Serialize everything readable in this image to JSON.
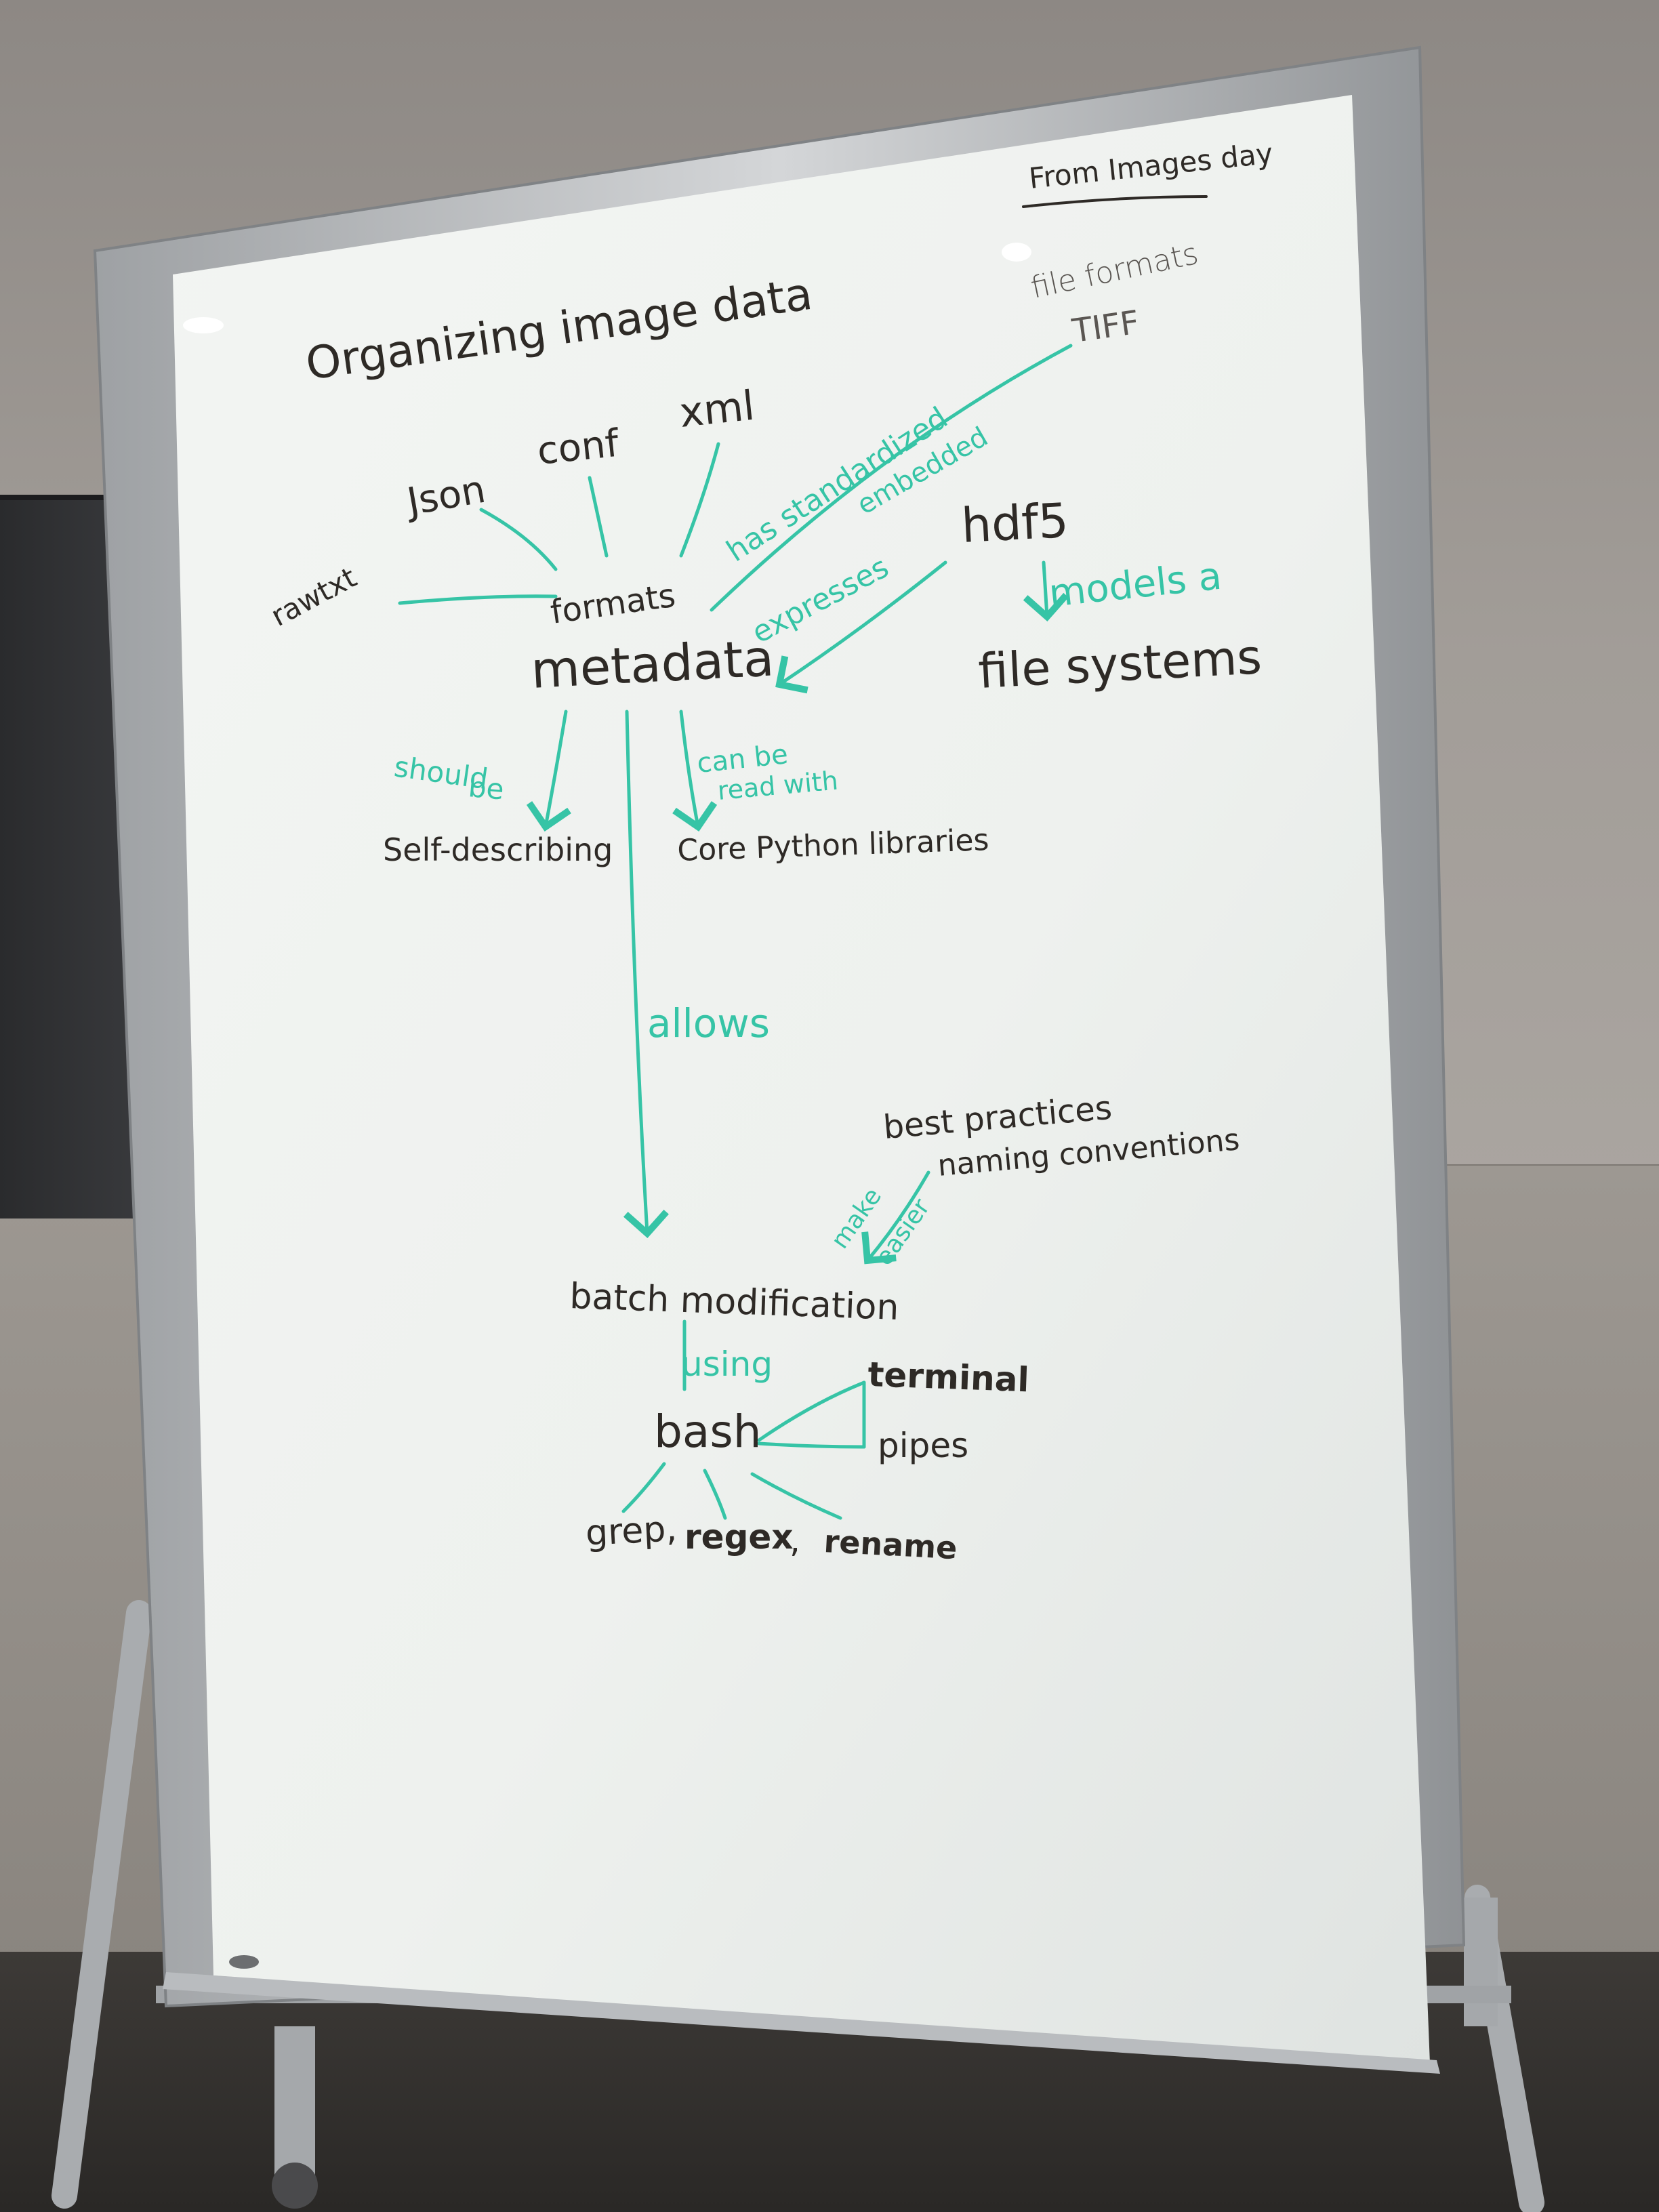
{
  "board": {
    "corner_note": "From Images day",
    "title": "Organizing image data",
    "nodes": {
      "file_formats": "file formats",
      "tiff": "TIFF",
      "json": "Json",
      "conf": "conf",
      "xml": "xml",
      "rawtxt": "rawtxt",
      "formats": "formats",
      "metadata": "metadata",
      "hdf5": "hdf5",
      "file_systems": "file systems",
      "self_describing": "Self-describing",
      "core_python": "Core Python libraries",
      "best_practices": "best practices",
      "naming_conventions": "naming conventions",
      "batch_modification": "batch modification",
      "bash": "bash",
      "terminal": "terminal",
      "pipes": "pipes",
      "grep": "grep,",
      "regex": "regex",
      "comma": ",",
      "rename": "rename"
    },
    "edge_labels": {
      "has_standardized": "has standardized",
      "embedded": "embedded",
      "expresses": "expresses",
      "models_a": "models a",
      "should_be_1": "should",
      "should_be_2": "be",
      "can_be_read_1": "can be",
      "can_be_read_2": "read with",
      "allows": "allows",
      "make_easier_1": "make",
      "make_easier_2": "easier",
      "using": "using"
    },
    "colors": {
      "marker_dark": "#2e2a26",
      "marker_teal": "#36c4a6",
      "board_surface": "#eef1ee",
      "frame": "#b8bbbd"
    }
  }
}
